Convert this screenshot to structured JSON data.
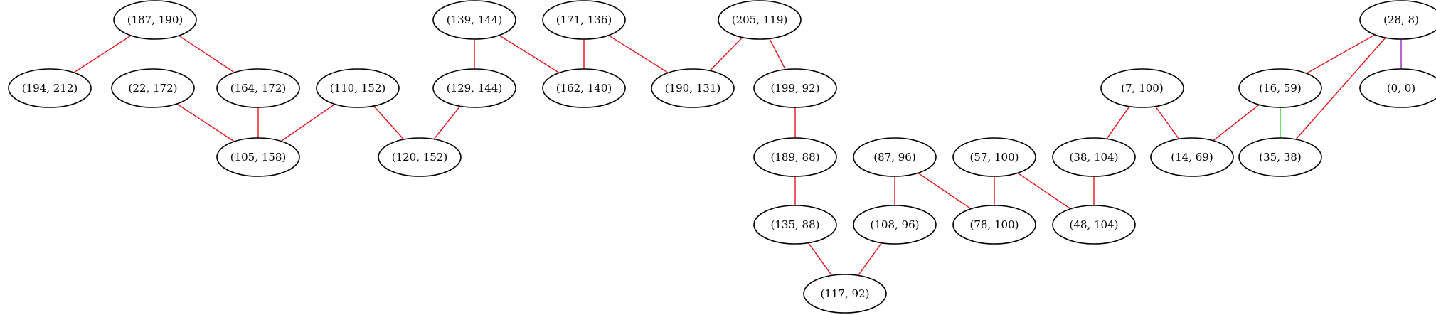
{
  "nodes": [
    {
      "id": "n187_190",
      "label": "(187, 190)"
    },
    {
      "id": "n194_212",
      "label": "(194, 212)"
    },
    {
      "id": "n22_172",
      "label": "(22, 172)"
    },
    {
      "id": "n164_172",
      "label": "(164, 172)"
    },
    {
      "id": "n105_158",
      "label": "(105, 158)"
    },
    {
      "id": "n110_152",
      "label": "(110, 152)"
    },
    {
      "id": "n120_152",
      "label": "(120, 152)"
    },
    {
      "id": "n139_144",
      "label": "(139, 144)"
    },
    {
      "id": "n129_144",
      "label": "(129, 144)"
    },
    {
      "id": "n171_136",
      "label": "(171, 136)"
    },
    {
      "id": "n162_140",
      "label": "(162, 140)"
    },
    {
      "id": "n205_119",
      "label": "(205, 119)"
    },
    {
      "id": "n190_131",
      "label": "(190, 131)"
    },
    {
      "id": "n199_92",
      "label": "(199, 92)"
    },
    {
      "id": "n189_88",
      "label": "(189, 88)"
    },
    {
      "id": "n135_88",
      "label": "(135, 88)"
    },
    {
      "id": "n117_92",
      "label": "(117, 92)"
    },
    {
      "id": "n87_96",
      "label": "(87, 96)"
    },
    {
      "id": "n108_96",
      "label": "(108, 96)"
    },
    {
      "id": "n78_100",
      "label": "(78, 100)"
    },
    {
      "id": "n57_100",
      "label": "(57, 100)"
    },
    {
      "id": "n48_104",
      "label": "(48, 104)"
    },
    {
      "id": "n38_104",
      "label": "(38, 104)"
    },
    {
      "id": "n7_100",
      "label": "(7, 100)"
    },
    {
      "id": "n14_69",
      "label": "(14, 69)"
    },
    {
      "id": "n16_59",
      "label": "(16, 59)"
    },
    {
      "id": "n35_38",
      "label": "(35, 38)"
    },
    {
      "id": "n28_8",
      "label": "(28, 8)"
    },
    {
      "id": "n0_0",
      "label": "(0, 0)"
    }
  ],
  "edges": [
    {
      "from": "n187_190",
      "to": "n194_212",
      "color": "#e8111a"
    },
    {
      "from": "n187_190",
      "to": "n164_172",
      "color": "#e8111a"
    },
    {
      "from": "n22_172",
      "to": "n105_158",
      "color": "#e8111a"
    },
    {
      "from": "n164_172",
      "to": "n105_158",
      "color": "#e8111a"
    },
    {
      "from": "n110_152",
      "to": "n105_158",
      "color": "#e8111a"
    },
    {
      "from": "n110_152",
      "to": "n120_152",
      "color": "#e8111a"
    },
    {
      "from": "n129_144",
      "to": "n120_152",
      "color": "#e8111a"
    },
    {
      "from": "n139_144",
      "to": "n129_144",
      "color": "#e8111a"
    },
    {
      "from": "n139_144",
      "to": "n162_140",
      "color": "#e8111a"
    },
    {
      "from": "n171_136",
      "to": "n162_140",
      "color": "#e8111a"
    },
    {
      "from": "n171_136",
      "to": "n190_131",
      "color": "#e8111a"
    },
    {
      "from": "n205_119",
      "to": "n190_131",
      "color": "#e8111a"
    },
    {
      "from": "n205_119",
      "to": "n199_92",
      "color": "#e8111a"
    },
    {
      "from": "n199_92",
      "to": "n189_88",
      "color": "#e8111a"
    },
    {
      "from": "n189_88",
      "to": "n135_88",
      "color": "#e8111a"
    },
    {
      "from": "n135_88",
      "to": "n117_92",
      "color": "#e8111a"
    },
    {
      "from": "n108_96",
      "to": "n117_92",
      "color": "#e8111a"
    },
    {
      "from": "n87_96",
      "to": "n108_96",
      "color": "#e8111a"
    },
    {
      "from": "n87_96",
      "to": "n78_100",
      "color": "#e8111a"
    },
    {
      "from": "n57_100",
      "to": "n78_100",
      "color": "#e8111a"
    },
    {
      "from": "n57_100",
      "to": "n48_104",
      "color": "#e8111a"
    },
    {
      "from": "n38_104",
      "to": "n48_104",
      "color": "#e8111a"
    },
    {
      "from": "n7_100",
      "to": "n38_104",
      "color": "#e8111a"
    },
    {
      "from": "n7_100",
      "to": "n14_69",
      "color": "#e8111a"
    },
    {
      "from": "n16_59",
      "to": "n14_69",
      "color": "#e8111a"
    },
    {
      "from": "n16_59",
      "to": "n35_38",
      "color": "#2bd22b"
    },
    {
      "from": "n28_8",
      "to": "n16_59",
      "color": "#e8111a"
    },
    {
      "from": "n28_8",
      "to": "n35_38",
      "color": "#e8111a"
    },
    {
      "from": "n28_8",
      "to": "n0_0",
      "color": "#a020c8"
    }
  ]
}
